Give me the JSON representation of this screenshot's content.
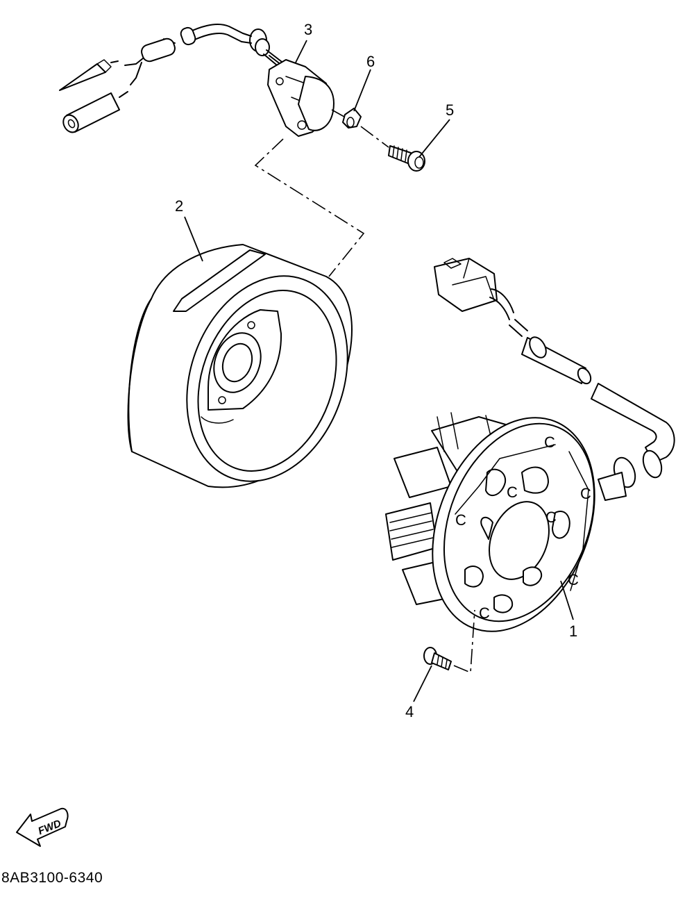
{
  "callouts": [
    {
      "id": "1",
      "label": "1"
    },
    {
      "id": "2",
      "label": "2"
    },
    {
      "id": "3",
      "label": "3"
    },
    {
      "id": "4",
      "label": "4"
    },
    {
      "id": "5",
      "label": "5"
    },
    {
      "id": "6",
      "label": "6"
    }
  ],
  "direction_arrow": {
    "label": "FWD"
  },
  "drawing_code": "8AB3100-6340",
  "stator_marks": {
    "mark": "C"
  }
}
